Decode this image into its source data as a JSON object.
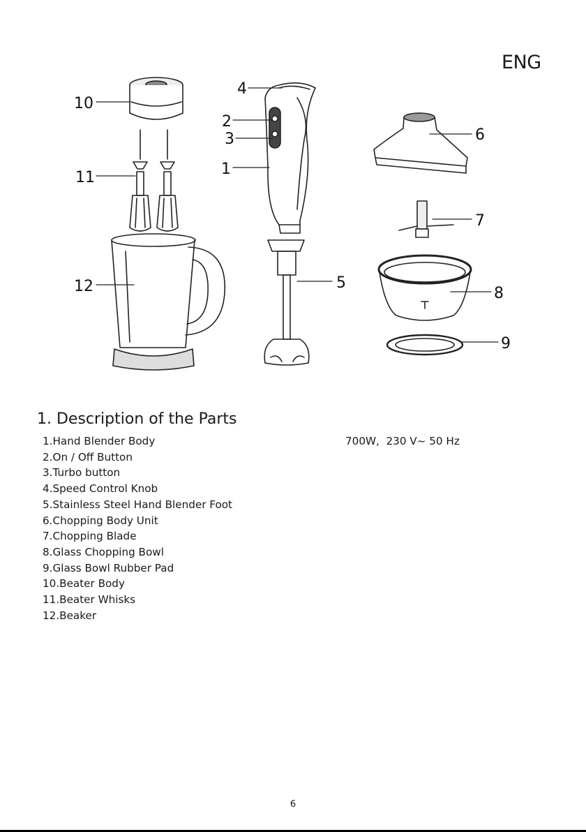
{
  "header": {
    "language": "ENG"
  },
  "diagram": {
    "callouts": [
      "1",
      "2",
      "3",
      "4",
      "5",
      "6",
      "7",
      "8",
      "9",
      "10",
      "11",
      "12"
    ]
  },
  "section": {
    "title": "1. Description of the Parts",
    "items": [
      "1.Hand Blender Body",
      "2.On / Off Button",
      "3.Turbo button",
      "4.Speed Control Knob",
      "5.Stainless Steel Hand Blender Foot",
      "6.Chopping Body Unit",
      "7.Chopping Blade",
      "8.Glass Chopping Bowl",
      "9.Glass Bowl Rubber Pad",
      "10.Beater Body",
      "11.Beater Whisks",
      "12.Beaker"
    ],
    "spec": "700W,  230 V~ 50 Hz"
  },
  "footer": {
    "page_number": "6"
  }
}
